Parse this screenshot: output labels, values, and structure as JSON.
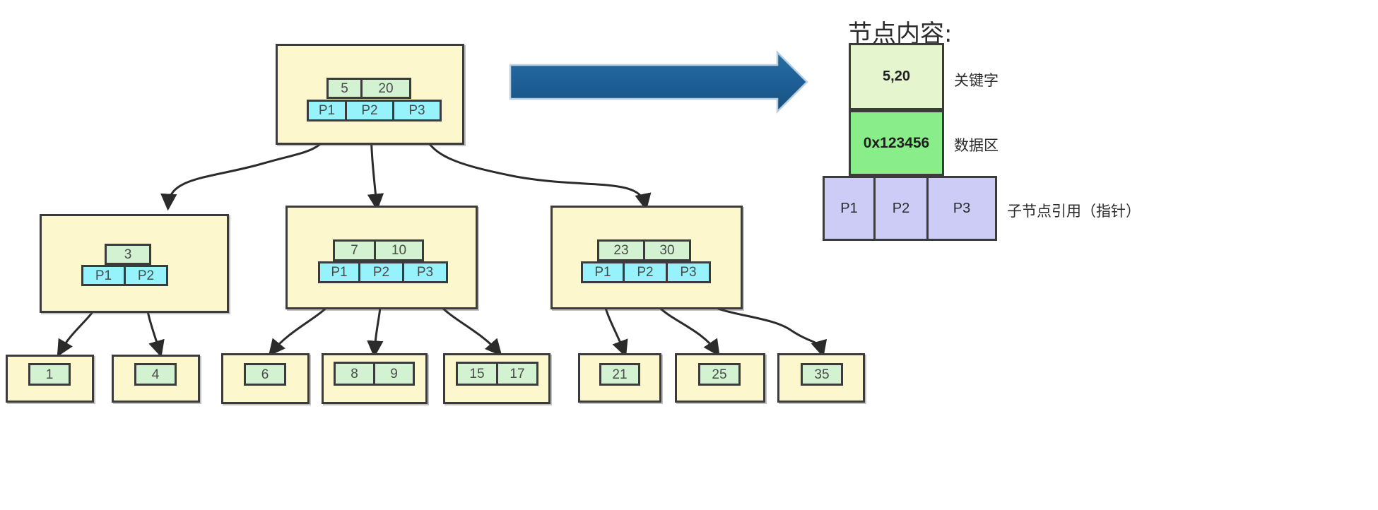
{
  "diagram": {
    "title_visible": false,
    "colors": {
      "node_fill": "#fcf7cd",
      "key_fill": "#d2f2d2",
      "pointer_fill": "#96f3fb",
      "stroke": "#3b3b3b",
      "arrow_blue": "#1f6098",
      "legend_key_fill": "#e5f5cd",
      "legend_data_fill": "#89ee89",
      "legend_pointer_fill": "#ccccf7"
    }
  },
  "tree": {
    "root": {
      "keys": [
        "5",
        "20"
      ],
      "pointers": [
        "P1",
        "P2",
        "P3"
      ]
    },
    "internal": [
      {
        "keys": [
          "3"
        ],
        "pointers": [
          "P1",
          "P2"
        ]
      },
      {
        "keys": [
          "7",
          "10"
        ],
        "pointers": [
          "P1",
          "P2",
          "P3"
        ]
      },
      {
        "keys": [
          "23",
          "30"
        ],
        "pointers": [
          "P1",
          "P2",
          "P3"
        ]
      }
    ],
    "leaves": [
      {
        "values": [
          "1"
        ]
      },
      {
        "values": [
          "4"
        ]
      },
      {
        "values": [
          "6"
        ]
      },
      {
        "values": [
          "8",
          "9"
        ]
      },
      {
        "values": [
          "15",
          "17"
        ]
      },
      {
        "values": [
          "21"
        ]
      },
      {
        "values": [
          "25"
        ]
      },
      {
        "values": [
          "35"
        ]
      }
    ]
  },
  "legend": {
    "title": "节点内容:",
    "key_box": {
      "value": "5,20",
      "label": "关键字"
    },
    "data_box": {
      "value": "0x123456",
      "label": "数据区"
    },
    "pointer_boxes": {
      "values": [
        "P1",
        "P2",
        "P3"
      ],
      "label": "子节点引用（指针）"
    }
  }
}
